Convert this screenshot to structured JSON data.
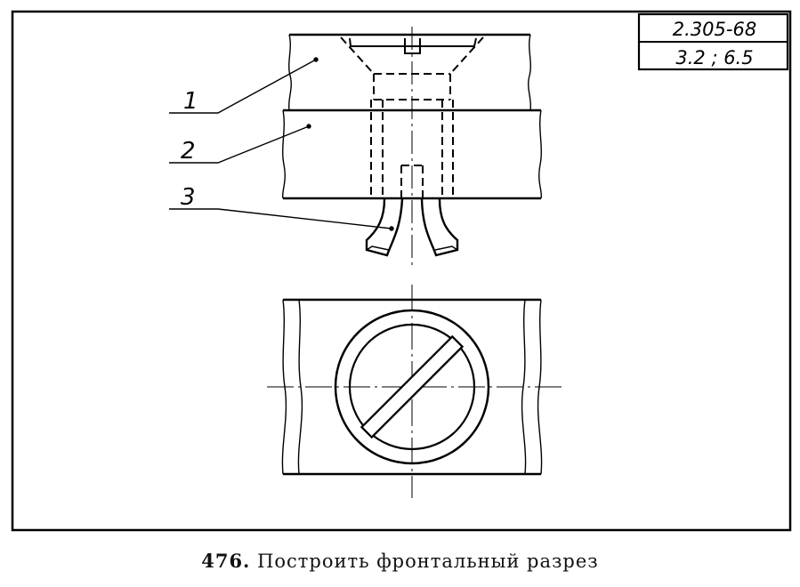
{
  "stamp": {
    "standard": "2.305-68",
    "clauses": "3.2 ; 6.5"
  },
  "labels": {
    "part1": "1",
    "part2": "2",
    "part3": "3"
  },
  "caption": {
    "number": "476.",
    "text": "Построить фронтальный разрез"
  }
}
